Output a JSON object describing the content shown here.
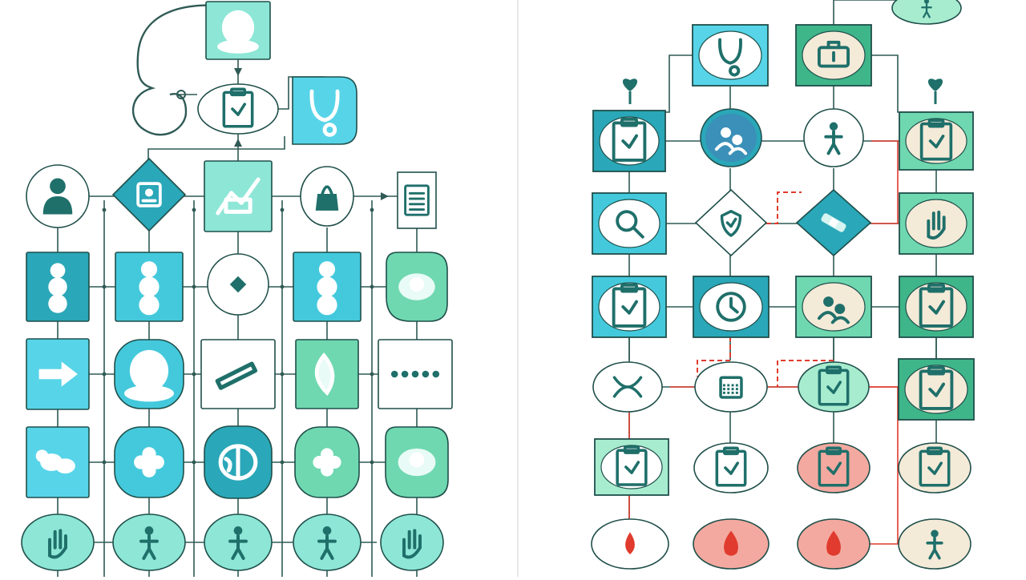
{
  "palette": {
    "outline": "#1f4f4a",
    "line": "#2f5a55",
    "red_line": "#e03b2e",
    "teal_dark": "#2aa7b8",
    "teal": "#44c9dc",
    "cyan": "#57d4e8",
    "aqua": "#8de6d6",
    "mint": "#6fd8b0",
    "mint_light": "#a8ecd0",
    "green": "#3fb58a",
    "salmon": "#f3a9a0",
    "cream": "#f4ead8",
    "white": "#ffffff",
    "icon": "#1f6f6a",
    "divider": "#d8d8d8"
  },
  "left_panel": {
    "nodes": [
      {
        "id": "L-top-sq",
        "shape": "rect",
        "fill": "aqua",
        "icon": "face-icon"
      },
      {
        "id": "L-top-ell",
        "shape": "ellipse",
        "fill": "white",
        "icon": "clipboard-icon"
      },
      {
        "id": "L-top-tag",
        "shape": "tab",
        "fill": "cyan",
        "icon": "stethoscope-icon"
      },
      {
        "id": "L1-1",
        "shape": "circle",
        "fill": "white",
        "icon": "person-icon"
      },
      {
        "id": "L1-2",
        "shape": "diamond",
        "fill": "teal_dark",
        "icon": "badge-icon"
      },
      {
        "id": "L1-3",
        "shape": "rect",
        "fill": "aqua",
        "icon": "chart-icon"
      },
      {
        "id": "L1-4",
        "shape": "circle",
        "fill": "white",
        "icon": "bag-icon"
      },
      {
        "id": "L1-5",
        "shape": "doc",
        "fill": "white",
        "icon": "document-icon"
      },
      {
        "id": "L2-1",
        "shape": "rect",
        "fill": "teal_dark",
        "icon": "pills-icon"
      },
      {
        "id": "L2-2",
        "shape": "rect",
        "fill": "teal",
        "icon": "pills-icon"
      },
      {
        "id": "L2-3",
        "shape": "circle",
        "fill": "white",
        "icon": "diamond-icon"
      },
      {
        "id": "L2-4",
        "shape": "rect",
        "fill": "teal",
        "icon": "pills-icon"
      },
      {
        "id": "L2-5",
        "shape": "blob",
        "fill": "mint",
        "icon": "mask-icon"
      },
      {
        "id": "L3-1",
        "shape": "rect",
        "fill": "cyan",
        "icon": "arrow-icon"
      },
      {
        "id": "L3-2",
        "shape": "rounded",
        "fill": "teal",
        "icon": "face-icon"
      },
      {
        "id": "L3-3",
        "shape": "rect",
        "fill": "white",
        "icon": "syringe-icon"
      },
      {
        "id": "L3-4",
        "shape": "rect",
        "fill": "mint",
        "icon": "leaf-icon"
      },
      {
        "id": "L3-5",
        "shape": "rect",
        "fill": "white",
        "icon": "dots-icon"
      },
      {
        "id": "L4-1",
        "shape": "rect",
        "fill": "cyan",
        "icon": "cloud-icon"
      },
      {
        "id": "L4-2",
        "shape": "rounded",
        "fill": "teal",
        "icon": "flower-icon"
      },
      {
        "id": "L4-3",
        "shape": "rounded",
        "fill": "teal_dark",
        "icon": "brain-icon"
      },
      {
        "id": "L4-4",
        "shape": "rounded",
        "fill": "mint",
        "icon": "flower-icon"
      },
      {
        "id": "L4-5",
        "shape": "blob",
        "fill": "mint",
        "icon": "mask-icon"
      },
      {
        "id": "L5-1",
        "shape": "ellipse",
        "fill": "aqua",
        "icon": "hand-icon"
      },
      {
        "id": "L5-2",
        "shape": "ellipse",
        "fill": "aqua",
        "icon": "figure-icon"
      },
      {
        "id": "L5-3",
        "shape": "ellipse",
        "fill": "aqua",
        "icon": "figure-icon"
      },
      {
        "id": "L5-4",
        "shape": "ellipse",
        "fill": "aqua",
        "icon": "figure-icon"
      },
      {
        "id": "L5-5",
        "shape": "ellipse",
        "fill": "aqua",
        "icon": "hand-icon"
      }
    ]
  },
  "right_panel": {
    "nodes": [
      {
        "id": "R-top-ell",
        "shape": "ellipse",
        "fill": "mint_light",
        "icon": "figure-icon"
      },
      {
        "id": "R0-2",
        "shape": "framed",
        "fill": "cyan",
        "icon": "stethoscope-icon"
      },
      {
        "id": "R0-3",
        "shape": "framed",
        "fill": "green",
        "icon": "briefcase-icon"
      },
      {
        "id": "R1-1",
        "shape": "framed",
        "fill": "teal_dark",
        "icon": "clipboard-icon"
      },
      {
        "id": "R1-2",
        "shape": "circle",
        "fill": "teal_dark",
        "icon": "people-icon"
      },
      {
        "id": "R1-3",
        "shape": "circle",
        "fill": "white",
        "icon": "figure-icon"
      },
      {
        "id": "R1-4",
        "shape": "framed",
        "fill": "mint",
        "icon": "clipboard-icon"
      },
      {
        "id": "R2-1",
        "shape": "framed",
        "fill": "teal",
        "icon": "magnifier-icon"
      },
      {
        "id": "R2-2",
        "shape": "diamond",
        "fill": "white",
        "icon": "shield-icon"
      },
      {
        "id": "R2-3",
        "shape": "diamond",
        "fill": "teal_dark",
        "icon": "bandage-icon"
      },
      {
        "id": "R2-4",
        "shape": "framed",
        "fill": "mint",
        "icon": "hand-icon"
      },
      {
        "id": "R3-1",
        "shape": "framed",
        "fill": "teal",
        "icon": "clipboard-icon"
      },
      {
        "id": "R3-2",
        "shape": "framed",
        "fill": "teal_dark",
        "icon": "clock-icon"
      },
      {
        "id": "R3-3",
        "shape": "framed",
        "fill": "mint",
        "icon": "people-icon"
      },
      {
        "id": "R3-4",
        "shape": "framed",
        "fill": "green",
        "icon": "clipboard-icon"
      },
      {
        "id": "R4-1",
        "shape": "ellipse",
        "fill": "white",
        "icon": "scissors-icon"
      },
      {
        "id": "R4-2",
        "shape": "ellipse",
        "fill": "white",
        "icon": "calendar-icon"
      },
      {
        "id": "R4-3",
        "shape": "ellipse",
        "fill": "mint_light",
        "icon": "clipboard-icon"
      },
      {
        "id": "R4-4",
        "shape": "framed",
        "fill": "green",
        "icon": "clipboard-icon"
      },
      {
        "id": "R5-1",
        "shape": "framed",
        "fill": "mint_light",
        "icon": "clipboard-icon"
      },
      {
        "id": "R5-2",
        "shape": "ellipse",
        "fill": "white",
        "icon": "clipboard-icon"
      },
      {
        "id": "R5-3",
        "shape": "ellipse",
        "fill": "salmon",
        "icon": "clipboard-icon"
      },
      {
        "id": "R5-4",
        "shape": "ellipse",
        "fill": "cream",
        "icon": "clipboard-icon"
      },
      {
        "id": "R6-1",
        "shape": "ellipse",
        "fill": "white",
        "icon": "drop-icon"
      },
      {
        "id": "R6-2",
        "shape": "ellipse",
        "fill": "salmon",
        "icon": "flame-icon"
      },
      {
        "id": "R6-3",
        "shape": "ellipse",
        "fill": "salmon",
        "icon": "flame-icon"
      },
      {
        "id": "R6-4",
        "shape": "ellipse",
        "fill": "cream",
        "icon": "figure-icon"
      }
    ]
  }
}
